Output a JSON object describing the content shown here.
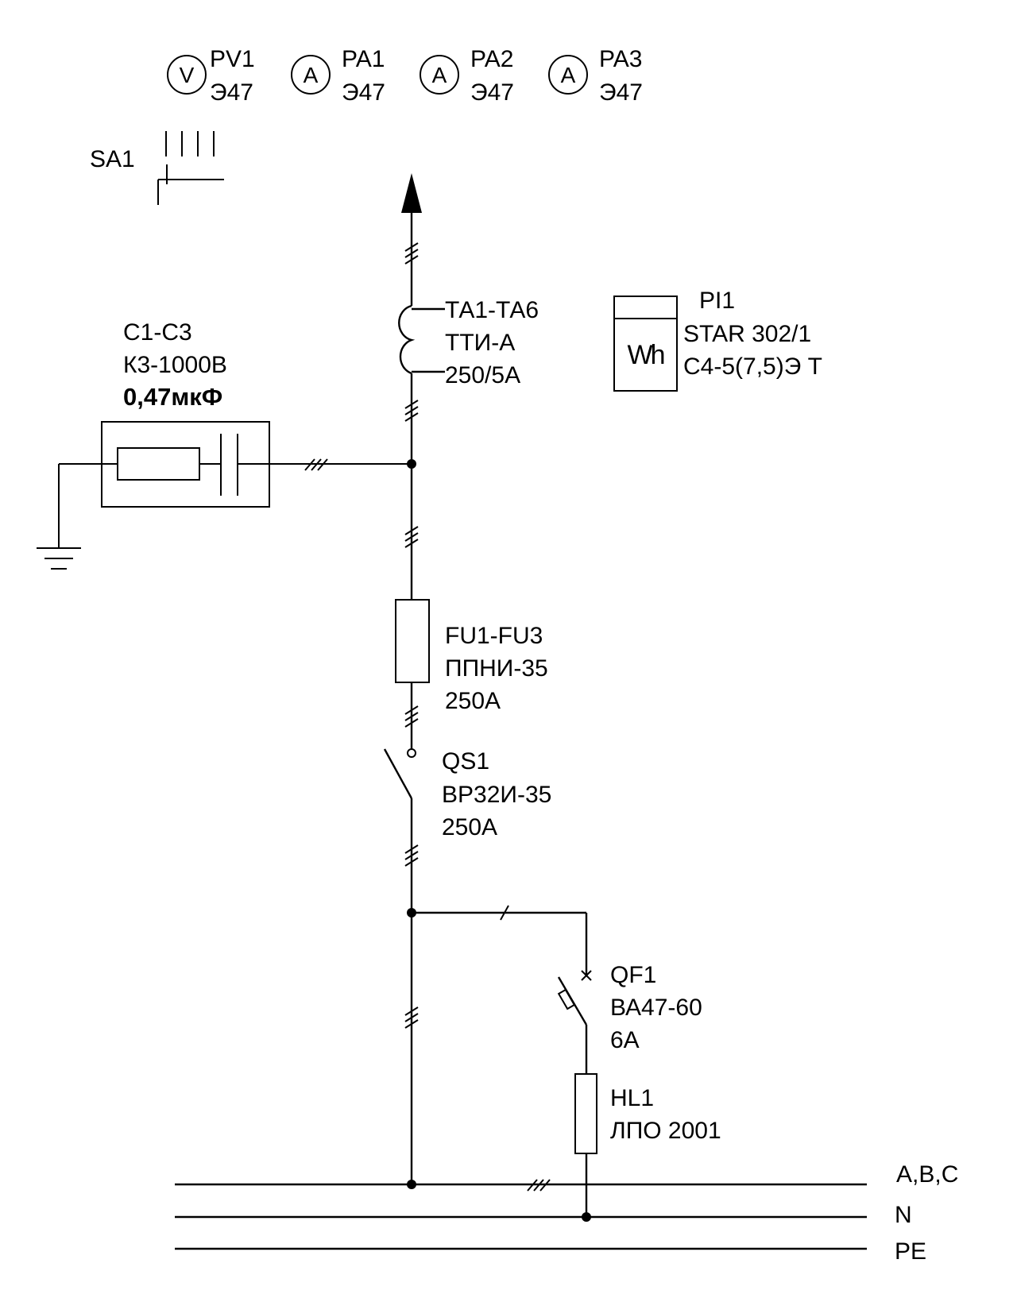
{
  "meters": [
    {
      "symbol": "V",
      "ref": "PV1",
      "type": "Э47"
    },
    {
      "symbol": "A",
      "ref": "PA1",
      "type": "Э47"
    },
    {
      "symbol": "A",
      "ref": "PA2",
      "type": "Э47"
    },
    {
      "symbol": "A",
      "ref": "PA3",
      "type": "Э47"
    }
  ],
  "switch_sa1": {
    "ref": "SA1"
  },
  "current_transformer": {
    "ref": "ТА1-ТА6",
    "type": "ТТИ-А",
    "rating": "250/5А"
  },
  "energy_meter": {
    "ref": "PI1",
    "model": "STAR 302/1",
    "spec": "С4-5(7,5)Э Т",
    "symbol": "Wh"
  },
  "capacitor": {
    "ref": "С1-С3",
    "type": "К3-1000В",
    "value": "0,47мкФ"
  },
  "fuse": {
    "ref": "FU1-FU3",
    "type": "ППНИ-35",
    "rating": "250А"
  },
  "disconnector": {
    "ref": "QS1",
    "type": "ВР32И-35",
    "rating": "250А"
  },
  "breaker": {
    "ref": "QF1",
    "type": "ВА47-60",
    "rating": "6А"
  },
  "lamp": {
    "ref": "HL1",
    "type": "ЛПО 2001"
  },
  "buses": [
    {
      "label": "A,B,C"
    },
    {
      "label": "N"
    },
    {
      "label": "PE"
    }
  ]
}
